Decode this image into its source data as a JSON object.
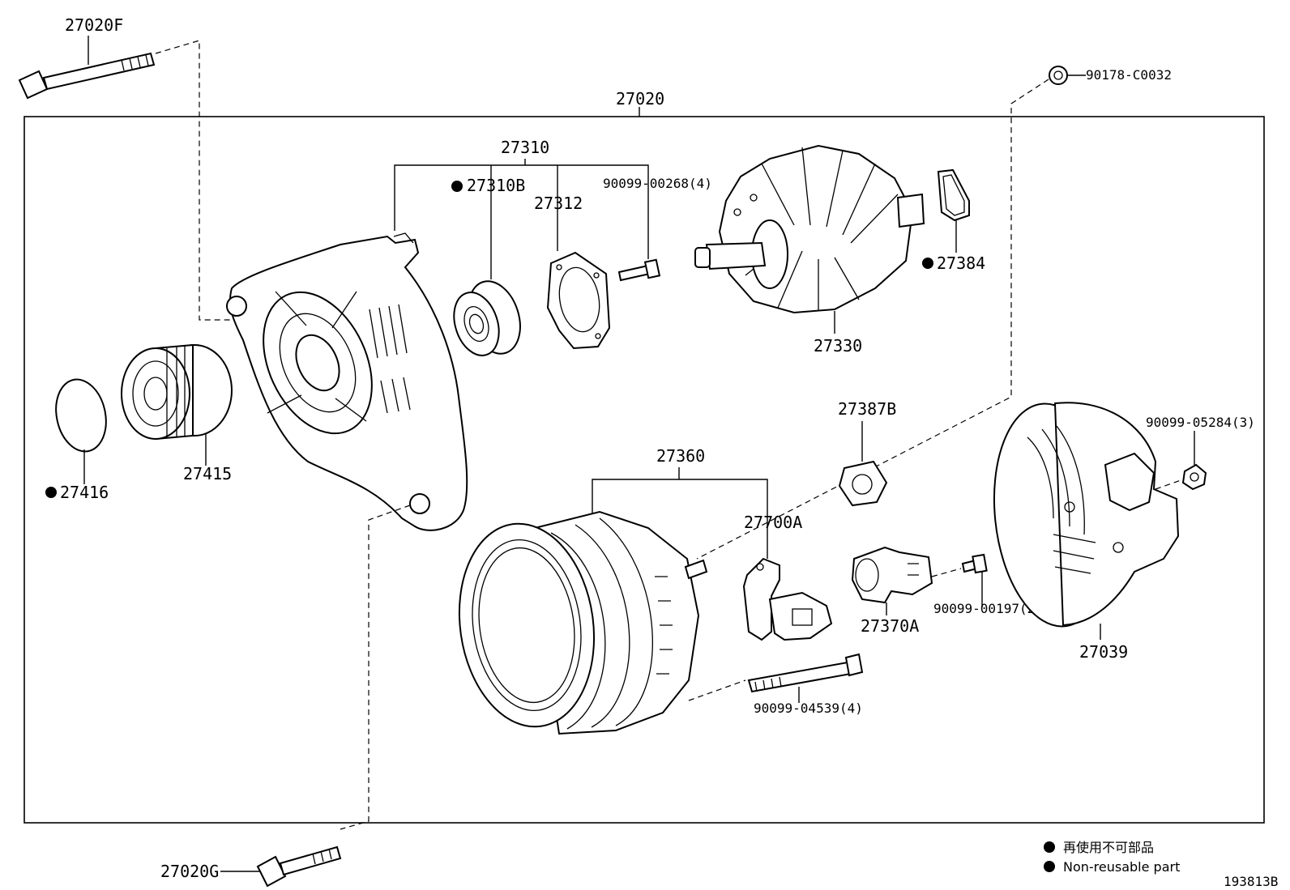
{
  "diagram": {
    "assembly_label": "27020",
    "figure_number": "193813B",
    "parts": {
      "p27020F": "27020F",
      "p27020G": "27020G",
      "p90178": "90178-C0032",
      "p27310": "27310",
      "p27310B": "27310B",
      "p27312": "27312",
      "p90099_00268": "90099-00268(4)",
      "p27384": "27384",
      "p27330": "27330",
      "p27416": "27416",
      "p27415": "27415",
      "p27387B": "27387B",
      "p27360": "27360",
      "p27700A": "27700A",
      "p90099_05284": "90099-05284(3)",
      "p27370A": "27370A",
      "p90099_00197": "90099-00197(2)",
      "p27039": "27039",
      "p90099_04539": "90099-04539(4)"
    },
    "non_reusable_marked": [
      "27310B",
      "27384",
      "27416"
    ]
  },
  "legend": {
    "jp": "再使用不可部品",
    "en": "Non-reusable part"
  }
}
